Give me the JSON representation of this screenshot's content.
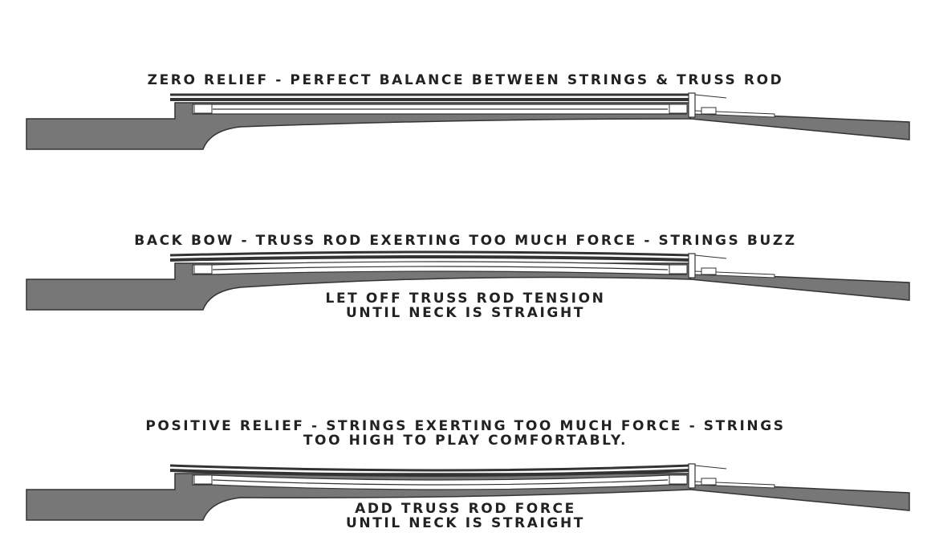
{
  "diagrams": [
    {
      "state": "zero",
      "title": [
        "ZERO RELIEF - PERFECT BALANCE BETWEEN STRINGS & TRUSS ROD"
      ],
      "note": []
    },
    {
      "state": "back",
      "title": [
        "BACK BOW - TRUSS ROD EXERTING TOO MUCH FORCE - STRINGS BUZZ"
      ],
      "note": [
        "LET OFF TRUSS ROD TENSION",
        "UNTIL NECK IS STRAIGHT"
      ]
    },
    {
      "state": "positive",
      "title": [
        "POSITIVE RELIEF - STRINGS EXERTING TOO MUCH FORCE - STRINGS",
        "TOO HIGH TO PLAY COMFORTABLY."
      ],
      "note": [
        "ADD TRUSS ROD FORCE",
        "UNTIL NECK IS STRAIGHT"
      ]
    }
  ],
  "colors": {
    "wood": "#777777",
    "outline": "#333333",
    "rod": "#ffffff",
    "text": "#222222"
  }
}
